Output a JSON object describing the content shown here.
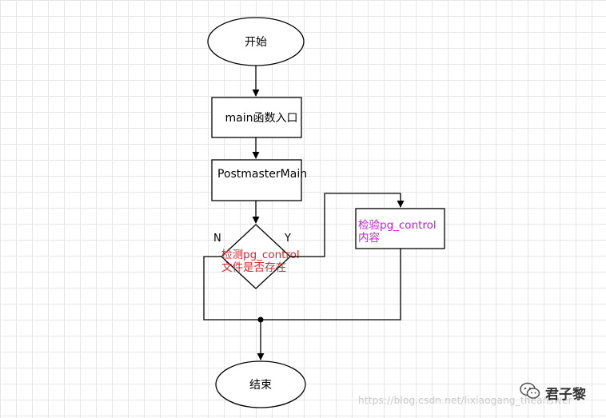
{
  "nodes": {
    "start": "开始",
    "main_entry": "main函数入口",
    "postmaster": "PostmasterMain",
    "decision_line1": "检测pg_control",
    "decision_line2": "文件是否存在",
    "verify_line1": "检验pg_control",
    "verify_line2": "内容",
    "end": "结束"
  },
  "branches": {
    "no": "N",
    "yes": "Y"
  },
  "watermark": "https://blog.csdn.net/lixiaogang_theanswer",
  "brand": {
    "name": "君子黎",
    "icon": "wechat-icon"
  },
  "colors": {
    "decision_text": "#d9262d",
    "verify_text": "#c21fd6",
    "stroke": "#000000",
    "grid": "#e6e6e6"
  }
}
